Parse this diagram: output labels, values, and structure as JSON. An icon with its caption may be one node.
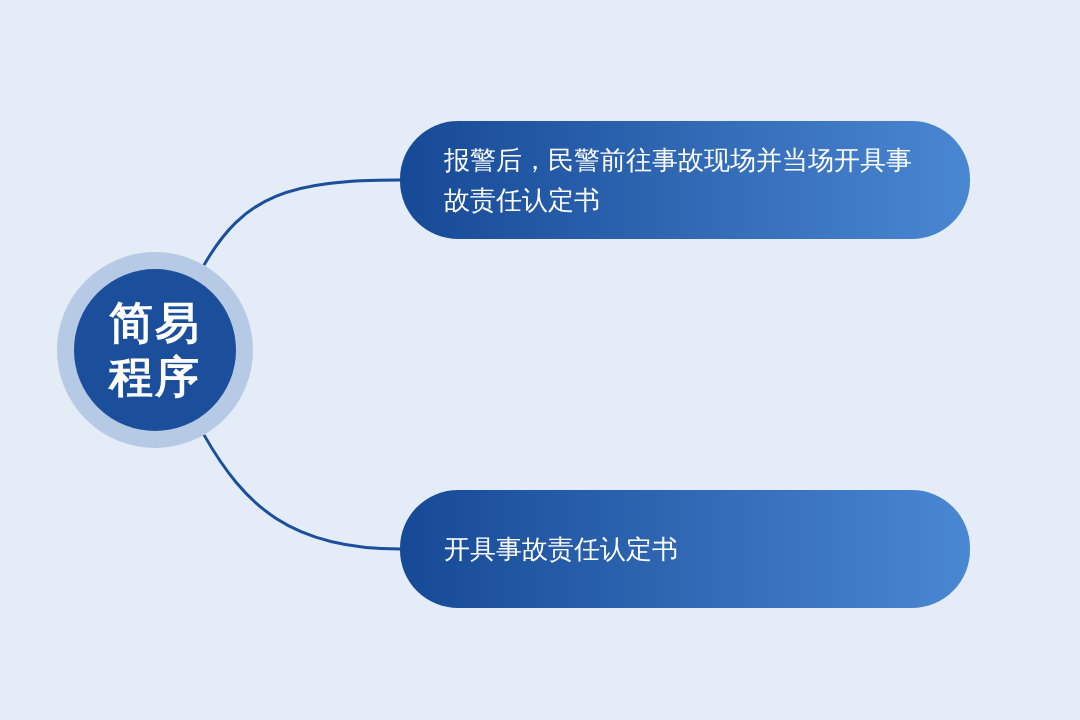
{
  "diagram": {
    "nodes": [
      {
        "text": [
          "简易程序"
        ]
      },
      {
        "text": [
          "报警后，民警前往事故现场并当场开具事故责任认定书"
        ]
      },
      {
        "text": [
          "开具事故责任认定书"
        ]
      }
    ],
    "edges": [
      {
        "from": 0,
        "to": 1,
        "arrow": "none"
      },
      {
        "from": 0,
        "to": 2,
        "arrow": "none"
      }
    ]
  }
}
